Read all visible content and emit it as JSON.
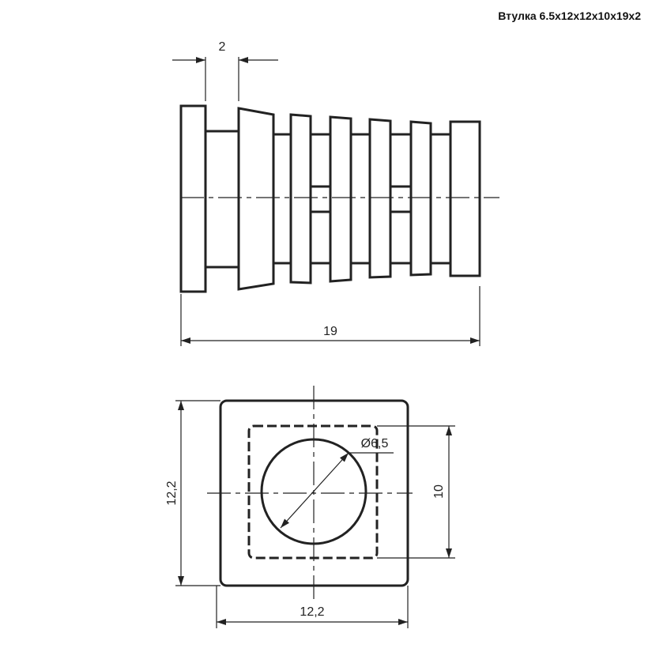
{
  "title": "Втулка 6.5x12x12x10x19x2",
  "dimensions": {
    "flange_width": "2",
    "total_length": "19",
    "height": "12,2",
    "width": "12,2",
    "inner_square": "10",
    "hole_diameter": "Ø6,5"
  }
}
